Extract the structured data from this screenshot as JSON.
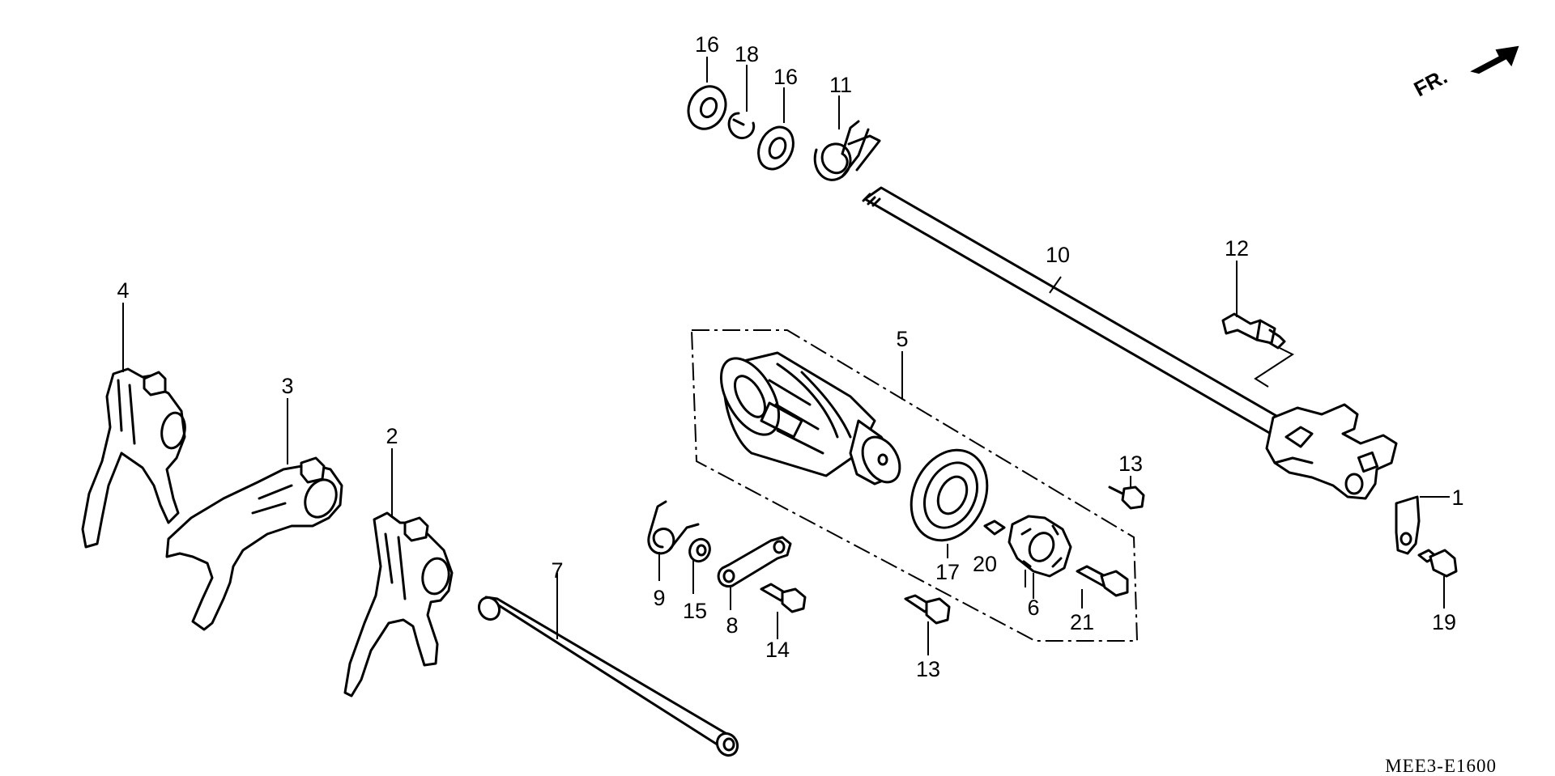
{
  "diagram": {
    "direction_marker": "FR.",
    "diagram_code": "MEE3-E1600",
    "callouts": {
      "c1": "1",
      "c2": "2",
      "c3": "3",
      "c4": "4",
      "c5": "5",
      "c6": "6",
      "c7": "7",
      "c8": "8",
      "c9": "9",
      "c10": "10",
      "c11": "11",
      "c12": "12",
      "c13a": "13",
      "c13b": "13",
      "c14": "14",
      "c15": "15",
      "c16a": "16",
      "c16b": "16",
      "c17": "17",
      "c18": "18",
      "c19": "19",
      "c20": "20",
      "c21": "21"
    }
  }
}
